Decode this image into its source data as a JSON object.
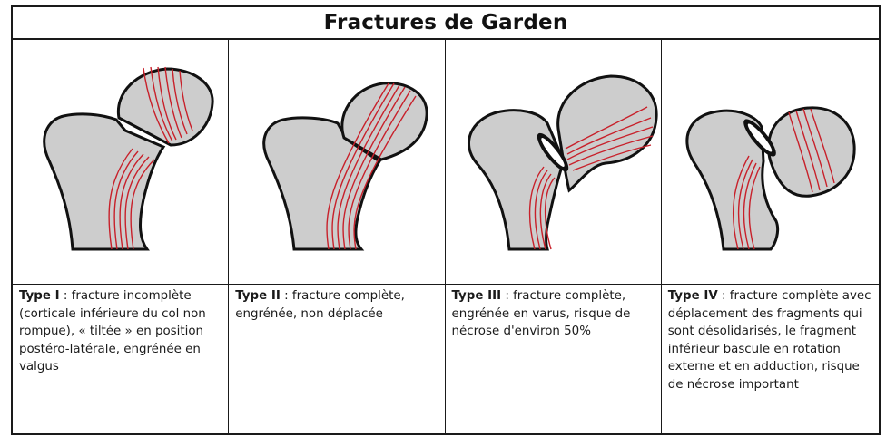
{
  "title": "Fractures de Garden",
  "panels": [
    {
      "type_label": "Type I",
      "description": " : fracture incomplète (corticale inférieure du col non rompue), « tiltée » en position postéro-latérale, engrénée en valgus"
    },
    {
      "type_label": "Type II",
      "description": " : fracture complète, engrénée, non déplacée"
    },
    {
      "type_label": "Type III",
      "description": " : fracture complète, engrénée en varus, risque de nécrose d'environ 50%"
    },
    {
      "type_label": "Type IV",
      "description": " : fracture complète avec déplacement des fragments qui sont désolidarisés, le fragment inférieur bascule en rotation externe et en adduction, risque de nécrose important"
    }
  ],
  "colors": {
    "bone": "#cdcdcd",
    "trabeculae": "#c8202a",
    "outline": "#111111"
  }
}
